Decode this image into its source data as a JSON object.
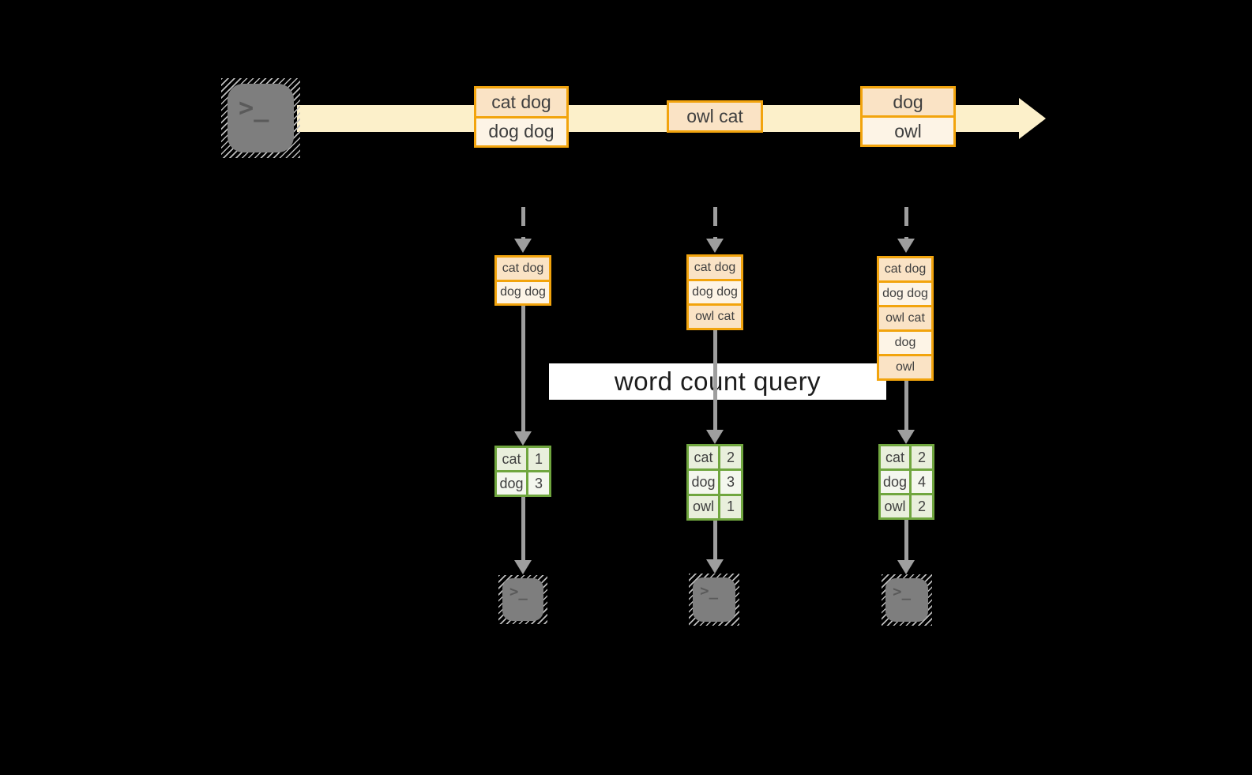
{
  "title": {
    "label": "word count query"
  },
  "stream": {
    "source_icon": "terminal-icon",
    "batches": [
      {
        "rows": [
          "cat dog",
          "dog dog"
        ]
      },
      {
        "rows": [
          "owl cat"
        ]
      },
      {
        "rows": [
          "dog",
          "owl"
        ]
      }
    ]
  },
  "pipelines": [
    {
      "buffer": [
        "cat dog",
        "dog dog"
      ],
      "counts": [
        {
          "word": "cat",
          "count": "1"
        },
        {
          "word": "dog",
          "count": "3"
        }
      ],
      "sink_icon": "terminal-icon"
    },
    {
      "buffer": [
        "cat dog",
        "dog dog",
        "owl cat"
      ],
      "counts": [
        {
          "word": "cat",
          "count": "2"
        },
        {
          "word": "dog",
          "count": "3"
        },
        {
          "word": "owl",
          "count": "1"
        }
      ],
      "sink_icon": "terminal-icon"
    },
    {
      "buffer": [
        "cat dog",
        "dog dog",
        "owl cat",
        "dog",
        "owl"
      ],
      "counts": [
        {
          "word": "cat",
          "count": "2"
        },
        {
          "word": "dog",
          "count": "4"
        },
        {
          "word": "owl",
          "count": "2"
        }
      ],
      "sink_icon": "terminal-icon"
    }
  ],
  "colors": {
    "background": "#000000",
    "stream_band": "#FCF0CA",
    "orange_border": "#F2A40D",
    "orange_fill_dark": "#FAE3C5",
    "orange_fill_light": "#FDF4E6",
    "green_border": "#70A63F",
    "green_fill_dark": "#E9EFDC",
    "green_fill_light": "#F4F7EE",
    "arrow_gray": "#9E9E9E",
    "label_background": "#FFFFFF",
    "text": "#3F3F3F"
  }
}
